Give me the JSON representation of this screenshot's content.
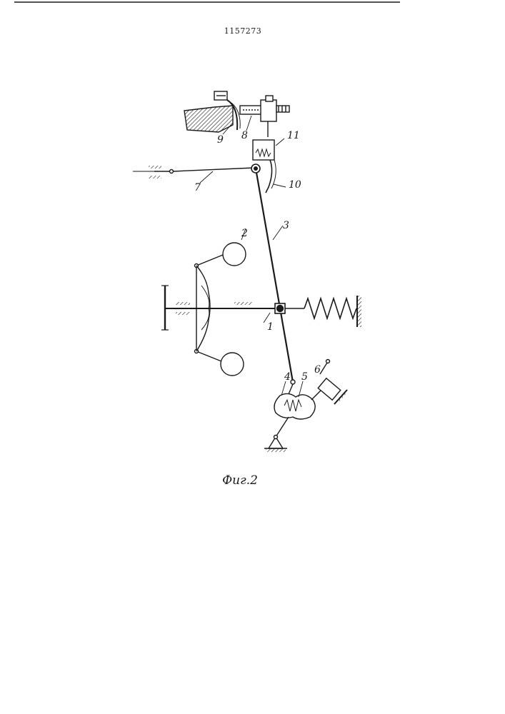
{
  "document": {
    "patent_number": "1157273",
    "figure_caption": "Фиг.2"
  },
  "labels": {
    "l1": "1",
    "l2": "2",
    "l3": "3",
    "l4": "4",
    "l5": "5",
    "l6": "6",
    "l7": "7",
    "l8": "8",
    "l9": "9",
    "l10": "10",
    "l11": "11"
  },
  "colors": {
    "ink": "#1a1a1a",
    "paper": "#ffffff"
  }
}
